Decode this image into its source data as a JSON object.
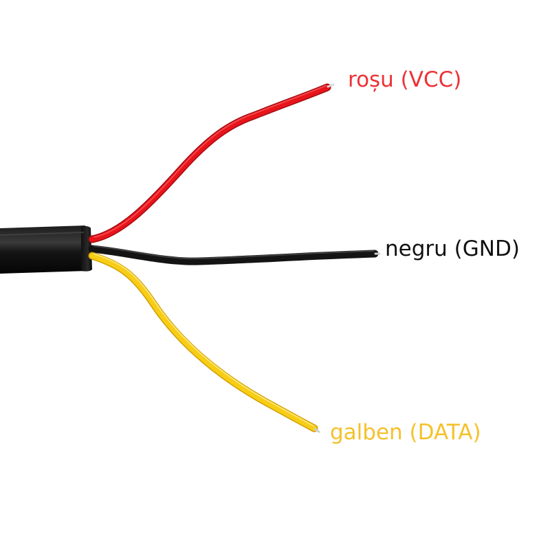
{
  "wires": [
    {
      "id": "red",
      "label": "roșu (VCC)",
      "insulation_color": "#e8141b",
      "label_color": "#ee3136"
    },
    {
      "id": "black",
      "label": "negru (GND)",
      "insulation_color": "#141414",
      "label_color": "#111111"
    },
    {
      "id": "yellow",
      "label": "galben (DATA)",
      "insulation_color": "#f7cd15",
      "label_color": "#f5c12a"
    }
  ],
  "cable": {
    "jacket_color": "#0c0c0c"
  }
}
